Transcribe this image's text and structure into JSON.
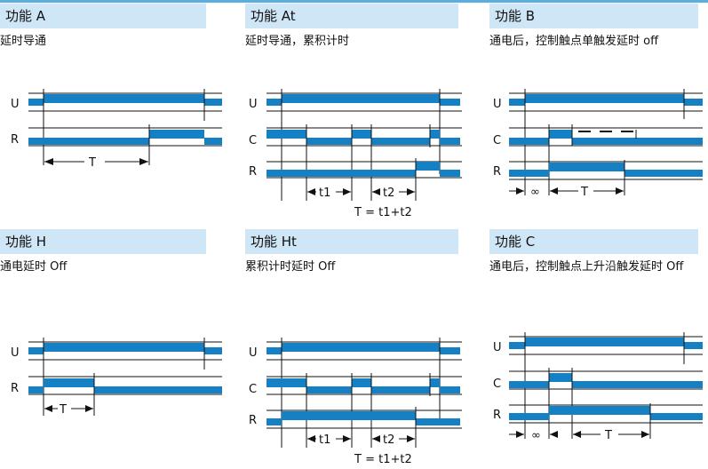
{
  "colors": {
    "signal": "#1680c4",
    "header_bg": "#cfe6f6",
    "line": "#111111"
  },
  "panels": [
    {
      "title": "功能 A",
      "desc": "延时导通"
    },
    {
      "title": "功能 At",
      "desc": "延时导通，累积计时"
    },
    {
      "title": "功能 B",
      "desc": "通电后，控制触点单触发延时 off"
    },
    {
      "title": "功能 H",
      "desc": "通电延时 Off"
    },
    {
      "title": "功能 Ht",
      "desc": "累积计时延时 Off"
    },
    {
      "title": "功能 C",
      "desc": "通电后，控制触点上升沿触发延时 Off"
    }
  ],
  "labels": {
    "u": "U",
    "c": "C",
    "r": "R",
    "t": "T",
    "t1": "t1",
    "t2": "t2",
    "sum": "T = t1+t2",
    "inf": "∞"
  }
}
